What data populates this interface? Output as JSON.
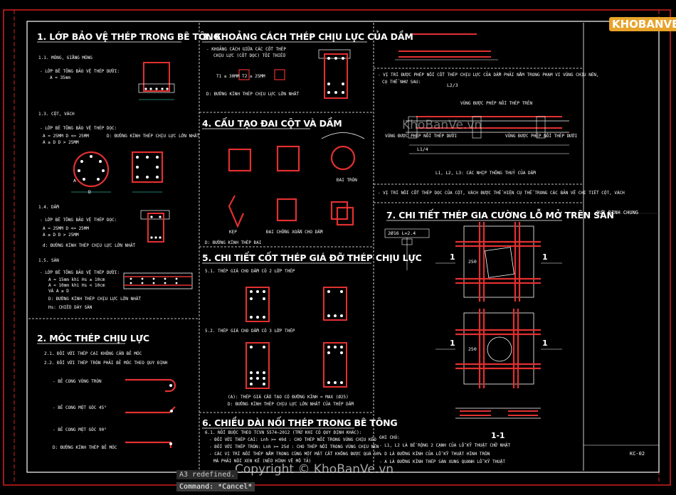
{
  "logo": {
    "brand": "KHOBANVE"
  },
  "watermark": {
    "center": "KhoBanVe.vn",
    "copyright": "Copyright © KhoBanVe.vn"
  },
  "sections": {
    "s1": "1. LỚP BẢO VỆ THÉP TRONG BÊ TÔNG",
    "s2": "2. MÓC THÉP CHỊU LỰC",
    "s3": "3. KHOẢNG CÁCH THÉP CHỊU LỰC CỦA DẦM",
    "s4": "4. CẤU TẠO ĐAI CỘT VÀ DẦM",
    "s5": "5. CHI TIẾT CỐT THÉP GIÁ ĐỠ THÉP CHỊU LỰC",
    "s6": "6. CHIỀU DÀI NỐI THÉP TRONG BÊ TÔNG",
    "s7": "7. CHI TIẾT THÉP GIA CƯỜNG LỖ MỞ TRÊN SÀN"
  },
  "notes": {
    "s1_1": "1.1. MÓNG, GIẰNG MÓNG",
    "s1_1a": "- LỚP BÊ TÔNG BẢO VỆ THÉP DƯỚI:",
    "s1_1b": "A = 35mm",
    "s1_3": "1.3. CỘT, VÁCH",
    "s1_3a": "- LỚP BÊ TÔNG BẢO VỆ THÉP DỌC:",
    "s1_3b": "A = 25MM   D <= 25MM",
    "s1_3c": "A ≥ D        D > 25MM",
    "s1_3d": "D: ĐƯỜNG KÍNH THÉP CHỊU LỰC LỚN NHẤT",
    "s1_4": "1.4. DẦM",
    "s1_4a": "- LỚP BÊ TÔNG BẢO VỆ THÉP DỌC:",
    "s1_4b": "A = 25MM   D <= 25MM",
    "s1_4c": "A ≥ D        D > 25MM",
    "s1_4d": "d: ĐƯỜNG KÍNH THÉP CHỊU LỰC LỚN NHẤT",
    "s1_5": "1.5. SÀN",
    "s1_5a": "- LỚP BÊ TÔNG BẢO VỆ THÉP DƯỚI:",
    "s1_5b": "A = 15mm khi Hs ≥ 10cm",
    "s1_5c": "A = 10mm khi Hs < 10cm",
    "s1_5d": "VÀ A ≥ D",
    "s1_5e": "D: ĐƯỜNG KÍNH THÉP CHỊU LỰC LỚN NHẤT",
    "s1_5f": "Hs: CHIỀU DÀY SÀN",
    "s2_1": "2.1. ĐỐI VỚI THÉP CAI KHÔNG CẦN BẺ MÓC",
    "s2_2": "2.2. ĐỐI VỚI THÉP TRÒN PHẢI BẺ MÓC THEO QUY ĐỊNH",
    "s2_a": "- BẺ CONG VÒNG TRÒN",
    "s2_b": "- BẺ CONG MỘT GÓC 45°",
    "s2_c": "- BẺ CONG MỘT GÓC 90°",
    "s2_d": "D: ĐƯỜNG KÍNH THÉP BẺ MÓC",
    "s3_a": "- KHOẢNG CÁCH GIỮA CÁC CỐT THÉP",
    "s3_b": "CHỊU LỰC (CỐT DỌC) TỐI THIỂU",
    "s3_c": "T1 ≥ 30MM   T2 ≥ 25MM",
    "s3_d": "D: ĐƯỜNG KÍNH THÉP CHỊU LỰC LỚN NHẤT",
    "s4_a": "KẸP",
    "s4_b": "ĐAI CHỒNG XOẮN CHO DẦM",
    "s4_c": "ĐAI TRÒN",
    "s4_d": "D: ĐƯỜNG KÍNH THÉP ĐAI",
    "s5_1": "5.1. THÉP GIÁ CHO DẦM CÓ 2 LỚP THÉP",
    "s5_2": "5.2. THÉP GIÁ CHO DẦM CÓ 3 LỚP THÉP",
    "s5_a": "(A): THÉP GIÁ CẤU TẠO CÓ ĐƯỜNG KÍNH = MAX (Ø25)",
    "s5_b": "D: ĐƯỜNG KÍNH THÉP CHỊU LỰC LỚN NHẤT CỦA THÉP DẦM",
    "s6_1": "6.1. NỐI BUỘC THEO TCVN 5574–2012 (TRỪ KHI CÓ QUY ĐỊNH KHÁC):",
    "s6_a": "- ĐỐI VỚI THÉP CAI: Lnh >= 40d : CHO THÉP NỐI TRONG VÙNG CHỊU KÉO",
    "s6_b": "- ĐỐI VỚI THÉP TRÒN: Lnh >= 25d : CHO THÉP NỐI TRONG VÙNG CHỊU NÉN",
    "s6_c": "- CÁC VỊ TRÍ NỐI THÉP NẰM TRONG CÙNG MỘT MẶT CẮT KHÔNG ĐƯỢC QUÁ 50%",
    "s6_d": "MÀ PHẢI NỐI XEN KẼ (NẾU HÌNH VẼ MÔ TẢ)",
    "r_a": "- VỊ TRÍ ĐƯỢC PHÉP NỐI CỐT THÉP CHỊU LỰC CỦA DẦM PHẢI NẰM TRONG PHẠM VI VÙNG CHỊU NÉN,",
    "r_b": "CỤ THỂ NHƯ SAU:",
    "r_c": "VÙNG ĐƯỢC PHÉP NỐI THÉP TRÊN",
    "r_d": "VÙNG ĐƯỢC PHÉP NỐI THÉP DƯỚI",
    "r_e": "L1, L2, L3: CÁC NHỊP THÔNG THUỶ CỦA DẦM",
    "r_f": "- VỊ TRÍ NỐI CỐT THÉP DỌC CỦA CỘT, VÁCH ĐƯỢC THỂ HIỆN CỤ THỂ TRONG CÁC BẢN VẼ CHI TIẾT CỘT, VÁCH",
    "r_g": "GHI CHÚ:",
    "r_h": "- L1, L2 LÀ BỀ RỘNG 2 CẠNH CỦA LỖ KỸ THUẬT CHỮ NHẬT",
    "r_i": "- D LÀ ĐƯỜNG KÍNH CỦA LỖ KỸ THUẬT HÌNH TRÒN",
    "r_j": "- A LÀ ĐƯỜNG KÍNH THÉP SÀN XUNG QUANH LỖ KỸ THUẬT",
    "sec_label": "1-1",
    "title_block": "QUY ĐỊNH CHUNG",
    "sheet_no": "KC-02",
    "dim_l2": "L2/3",
    "dim_l4": "L1/4",
    "steel_label": "2Ø16 L=2.4",
    "one": "1",
    "dim250": "250",
    "dim_d": "D",
    "dim_a": "A"
  },
  "command": {
    "line1": "A3 redefined.",
    "line2": "Command: *Cancel*"
  },
  "colors": {
    "frame_red": "#d42020",
    "frame_white": "#ffffff",
    "steel": "#e23030",
    "hatch": "#f05050"
  }
}
